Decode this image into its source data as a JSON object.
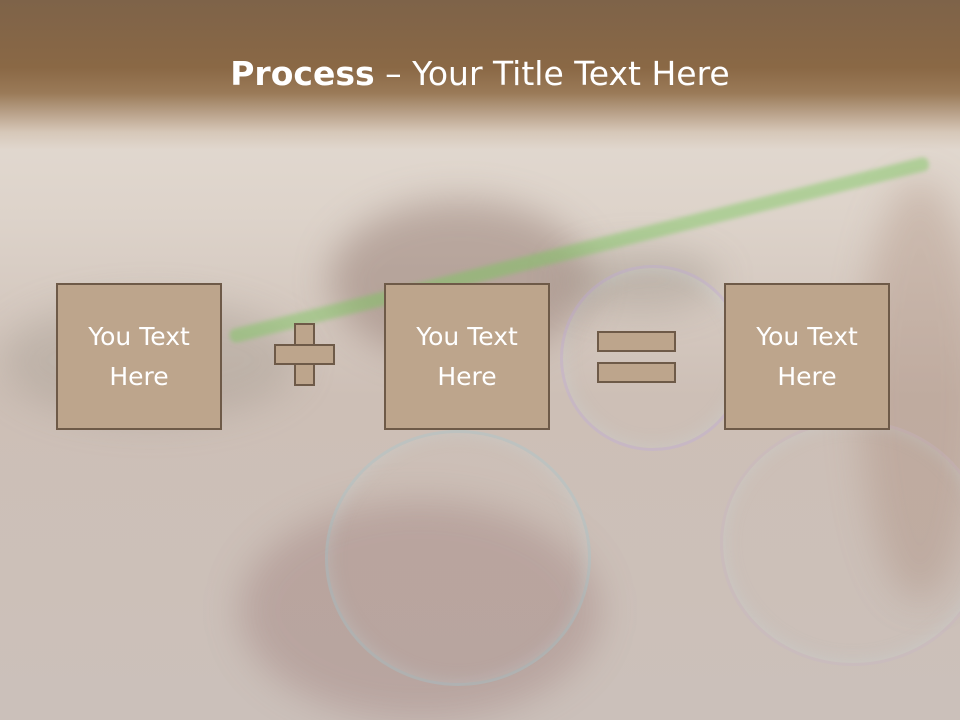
{
  "slide": {
    "title_bold": "Process",
    "title_rest": " – Your Title Text Here"
  },
  "process": {
    "boxes": [
      {
        "text": "You Text\nHere"
      },
      {
        "text": "You Text\nHere"
      },
      {
        "text": "You Text\nHere"
      }
    ],
    "operators": [
      "plus-icon",
      "equals-icon"
    ]
  },
  "colors": {
    "header_brown": "#8a6845",
    "box_fill": "#bda58c",
    "box_border": "#6e5a48",
    "text_white": "#ffffff"
  }
}
